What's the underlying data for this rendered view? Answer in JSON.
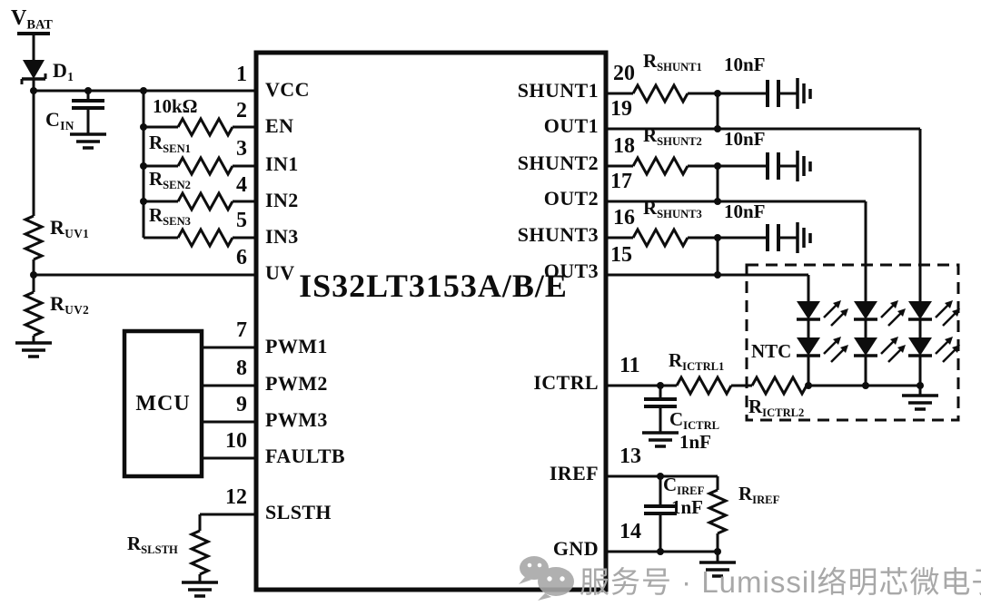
{
  "chip": {
    "name": "IS32LT3153A/B/E",
    "left_pins": [
      {
        "num": "1",
        "name": "VCC"
      },
      {
        "num": "2",
        "name": "EN"
      },
      {
        "num": "3",
        "name": "IN1"
      },
      {
        "num": "4",
        "name": "IN2"
      },
      {
        "num": "5",
        "name": "IN3"
      },
      {
        "num": "6",
        "name": "UV"
      },
      {
        "num": "7",
        "name": "PWM1"
      },
      {
        "num": "8",
        "name": "PWM2"
      },
      {
        "num": "9",
        "name": "PWM3"
      },
      {
        "num": "10",
        "name": "FAULTB"
      },
      {
        "num": "12",
        "name": "SLSTH"
      }
    ],
    "right_pins": [
      {
        "num": "20",
        "name": "SHUNT1"
      },
      {
        "num": "19",
        "name": "OUT1"
      },
      {
        "num": "18",
        "name": "SHUNT2"
      },
      {
        "num": "17",
        "name": "OUT2"
      },
      {
        "num": "16",
        "name": "SHUNT3"
      },
      {
        "num": "15",
        "name": "OUT3"
      },
      {
        "num": "11",
        "name": "ICTRL"
      },
      {
        "num": "13",
        "name": "IREF"
      },
      {
        "num": "14",
        "name": "GND"
      }
    ]
  },
  "mcu": {
    "name": "MCU"
  },
  "labels": {
    "vbat": {
      "main": "V",
      "sub": "BAT"
    },
    "d1": {
      "main": "D",
      "sub": "1"
    },
    "cin": {
      "main": "C",
      "sub": "IN"
    },
    "r_pullup": "10kΩ",
    "rsen1": {
      "main": "R",
      "sub": "SEN1"
    },
    "rsen2": {
      "main": "R",
      "sub": "SEN2"
    },
    "rsen3": {
      "main": "R",
      "sub": "SEN3"
    },
    "ruv1": {
      "main": "R",
      "sub": "UV1"
    },
    "ruv2": {
      "main": "R",
      "sub": "UV2"
    },
    "rslsth": {
      "main": "R",
      "sub": "SLSTH"
    },
    "rshunt1": {
      "main": "R",
      "sub": "SHUNT1"
    },
    "rshunt2": {
      "main": "R",
      "sub": "SHUNT2"
    },
    "rshunt3": {
      "main": "R",
      "sub": "SHUNT3"
    },
    "cap10nf": "10nF",
    "rictrl1": {
      "main": "R",
      "sub": "ICTRL1"
    },
    "rictrl2": {
      "main": "R",
      "sub": "ICTRL2"
    },
    "ntc": "NTC",
    "cictrl": {
      "main": "C",
      "sub": "ICTRL"
    },
    "cictrl_val": "1nF",
    "ciref": {
      "main": "C",
      "sub": "IREF"
    },
    "ciref_val": "1nF",
    "riref": {
      "main": "R",
      "sub": "IREF"
    }
  },
  "watermark": {
    "text": "服务号 · Lumissil络明芯微电子"
  }
}
